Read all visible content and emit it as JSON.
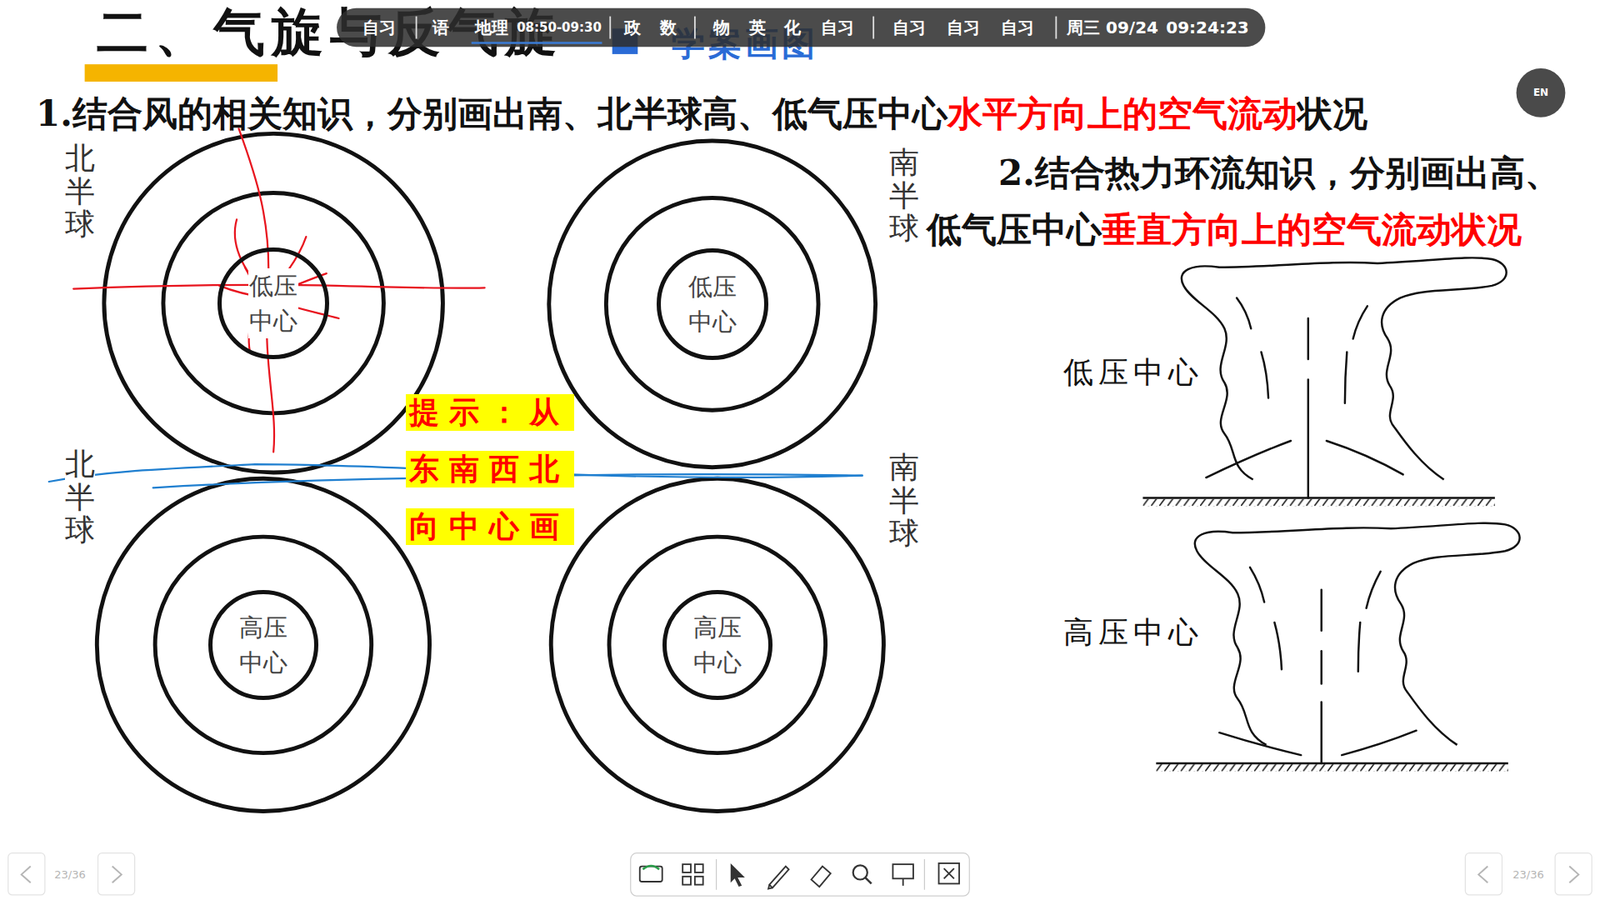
{
  "diagram": {
    "title": "二、气旋与反气旋",
    "nodes": [
      {
        "text": [
          "低压 中心"
        ]
      },
      {
        "text": [
          "低压 中心"
        ]
      },
      {
        "text": [
          "提示：从"
        ]
      },
      {
        "text": [
          "东南西北"
        ]
      },
      {
        "text": [
          "向中心画"
        ]
      },
      {
        "text": [
          "高压 中心"
        ]
      },
      {
        "text": [
          "高压 中心"
        ]
      }
    ],
    "labels": [
      "自习",
      "语",
      "地理",
      "08:50-09:30",
      "政",
      "数",
      "物",
      "英",
      "化",
      "自习",
      "自习",
      "自习",
      "自习",
      "周三 09/24",
      "09:24:23",
      "学案画图",
      "1.结合风的相关知识，分别画出南、北半球高、低气压中心",
      "水平方向上的空气流动",
      "状况",
      "北半球",
      "南半球",
      "2.结合热力环流知识，分别画出高、",
      "低气压中心",
      "垂直方向上的空气流动状况",
      "低压中心",
      "北半球",
      "南半球",
      "高压中心",
      "EN",
      "23/36",
      "23/36"
    ]
  }
}
